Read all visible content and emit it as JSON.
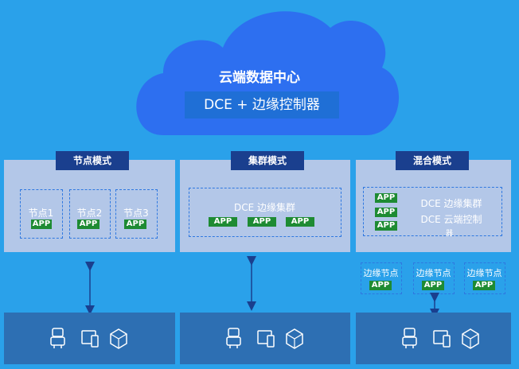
{
  "cloud": {
    "title": "云端数据中心",
    "subtitle": "DCE + 边缘控制器"
  },
  "modes": {
    "node": {
      "tab": "节点模式",
      "nodes": [
        {
          "label": "节点1",
          "app": "APP"
        },
        {
          "label": "节点2",
          "app": "APP"
        },
        {
          "label": "节点3",
          "app": "APP"
        }
      ]
    },
    "cluster": {
      "tab": "集群模式",
      "box_label": "DCE 边缘集群",
      "apps": [
        "APP",
        "APP",
        "APP"
      ]
    },
    "hybrid": {
      "tab": "混合模式",
      "apps": [
        "APP",
        "APP",
        "APP"
      ],
      "line1": "DCE 边缘集群",
      "line2": "DCE 云端控制",
      "line3": "器",
      "edge_nodes": [
        {
          "label": "边缘节点",
          "app": "APP"
        },
        {
          "label": "边缘节点",
          "app": "APP"
        },
        {
          "label": "边缘节点",
          "app": "APP"
        }
      ]
    }
  },
  "devices": [
    "robot-icon",
    "tablet-phone-icon",
    "gateway-box-icon"
  ],
  "colors": {
    "background": "#2aa1ea",
    "cloud": "#2d6ff0",
    "tab": "#1a3f8e",
    "app": "#1e8b33",
    "bottom": "#2d6fb3",
    "panel": "#b3c7e8"
  }
}
